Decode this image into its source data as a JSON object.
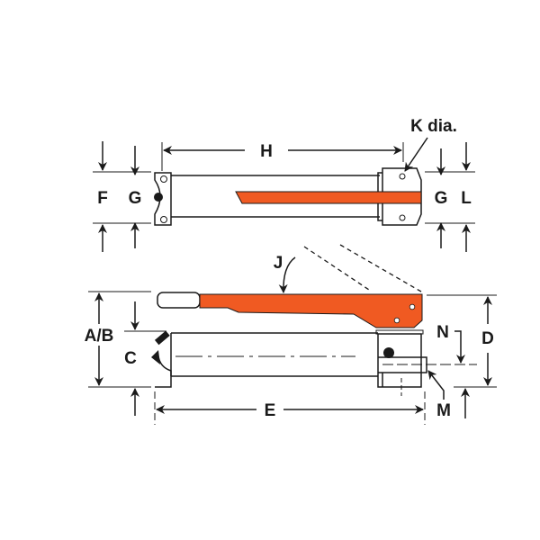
{
  "diagram": {
    "colors": {
      "handle": "#f05a22",
      "line": "#1a1a1a"
    },
    "top_view": {
      "labels": {
        "H": "H",
        "K": "K dia.",
        "F": "F",
        "G_left": "G",
        "G_right": "G",
        "L": "L"
      }
    },
    "side_view": {
      "labels": {
        "J": "J",
        "AB": "A/B",
        "C": "C",
        "N": "N",
        "D": "D",
        "E": "E",
        "M": "M"
      }
    }
  }
}
